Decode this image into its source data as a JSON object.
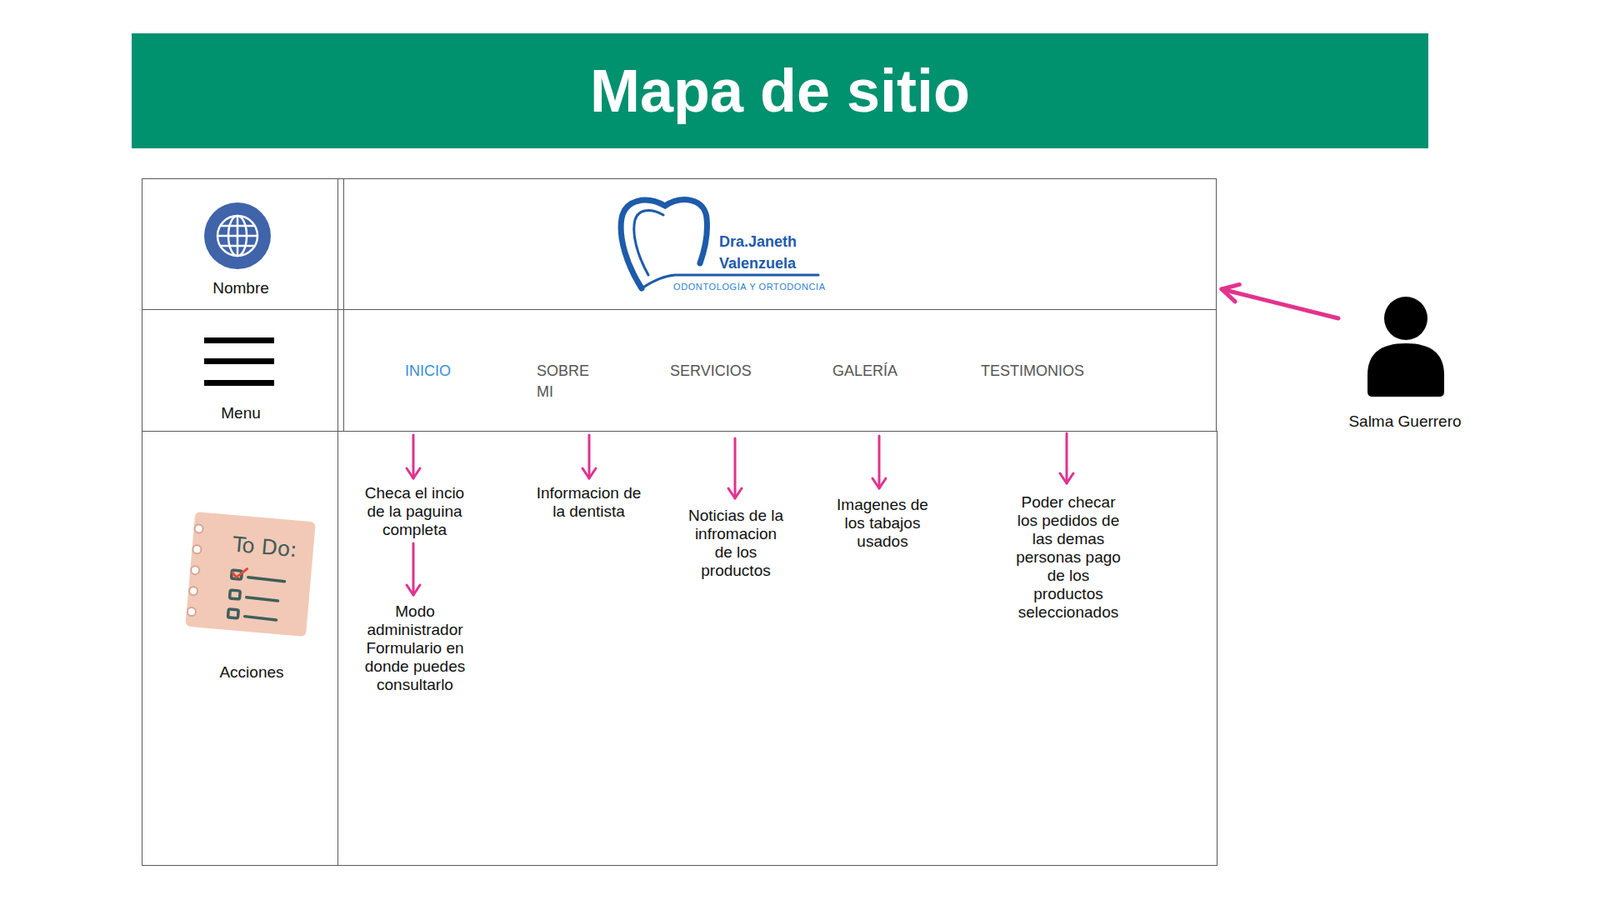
{
  "diagram": {
    "title": "Mapa de sitio",
    "nodes": [
      {
        "text": [
          "Nombre"
        ]
      },
      {
        "text": [
          "Dra.Janeth Valenzuela",
          "ODONTOLOGÍA Y ORTODONCIA"
        ]
      },
      {
        "text": [
          "Menu"
        ]
      },
      {
        "text": [
          "INICIO",
          "SOBRE MI",
          "SERVICIOS",
          "GALERÍA",
          "TESTIMONIOS"
        ]
      },
      {
        "text": [
          "Acciones"
        ]
      },
      {
        "text": [
          "Checa el incio de la paguina completa",
          "Modo administrador Formulario en donde puedes consultarlo",
          "Informacion de la dentista",
          "Noticias de la infromacion de los productos",
          "Imagenes de los tabajos usados",
          "Poder checar los pedidos de las demas personas pago de los productos seleccionados"
        ]
      },
      {
        "text": [
          "Salma Guerrero"
        ]
      }
    ],
    "edges": [
      {
        "from": 6,
        "to": 1,
        "arrow": "to"
      }
    ],
    "labels": [
      "To Do:"
    ]
  }
}
